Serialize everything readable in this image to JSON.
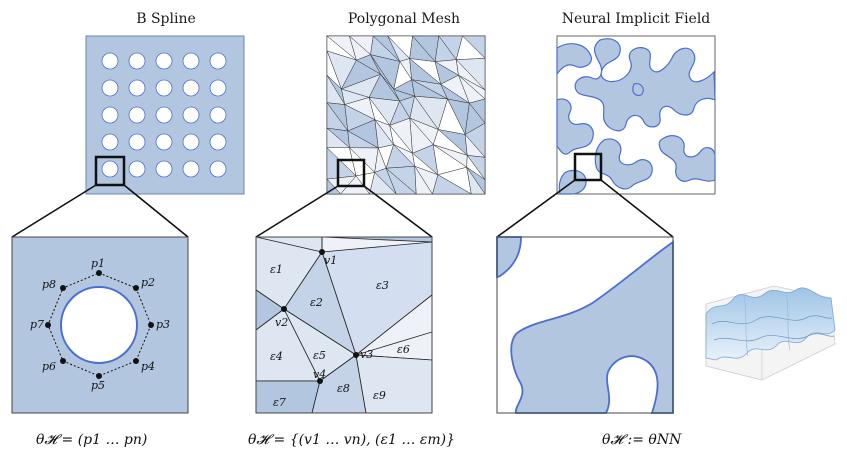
{
  "titles": {
    "bspline": "B Spline",
    "mesh": "Polygonal Mesh",
    "neural": "Neural Implicit Field"
  },
  "bspline_points": [
    "p1",
    "p2",
    "p3",
    "p4",
    "p5",
    "p6",
    "p7",
    "p8"
  ],
  "mesh_vertices": [
    "v1",
    "v2",
    "v3",
    "v4"
  ],
  "mesh_faces": [
    "ε1",
    "ε2",
    "ε3",
    "ε4",
    "ε5",
    "ε6",
    "ε7",
    "ε8",
    "ε9"
  ],
  "formulas": {
    "bspline": "θ𝓗 = (p1 … pn)",
    "mesh": "θ𝓗 = {(v1 … vn), (ε1 … εm)}",
    "neural": "θ𝓗 := θNN"
  },
  "colors": {
    "fill_blue": "#b3c6df",
    "light_blue": "#dde6f1",
    "curve_blue": "#4a6fd1",
    "dark": "#111111"
  }
}
